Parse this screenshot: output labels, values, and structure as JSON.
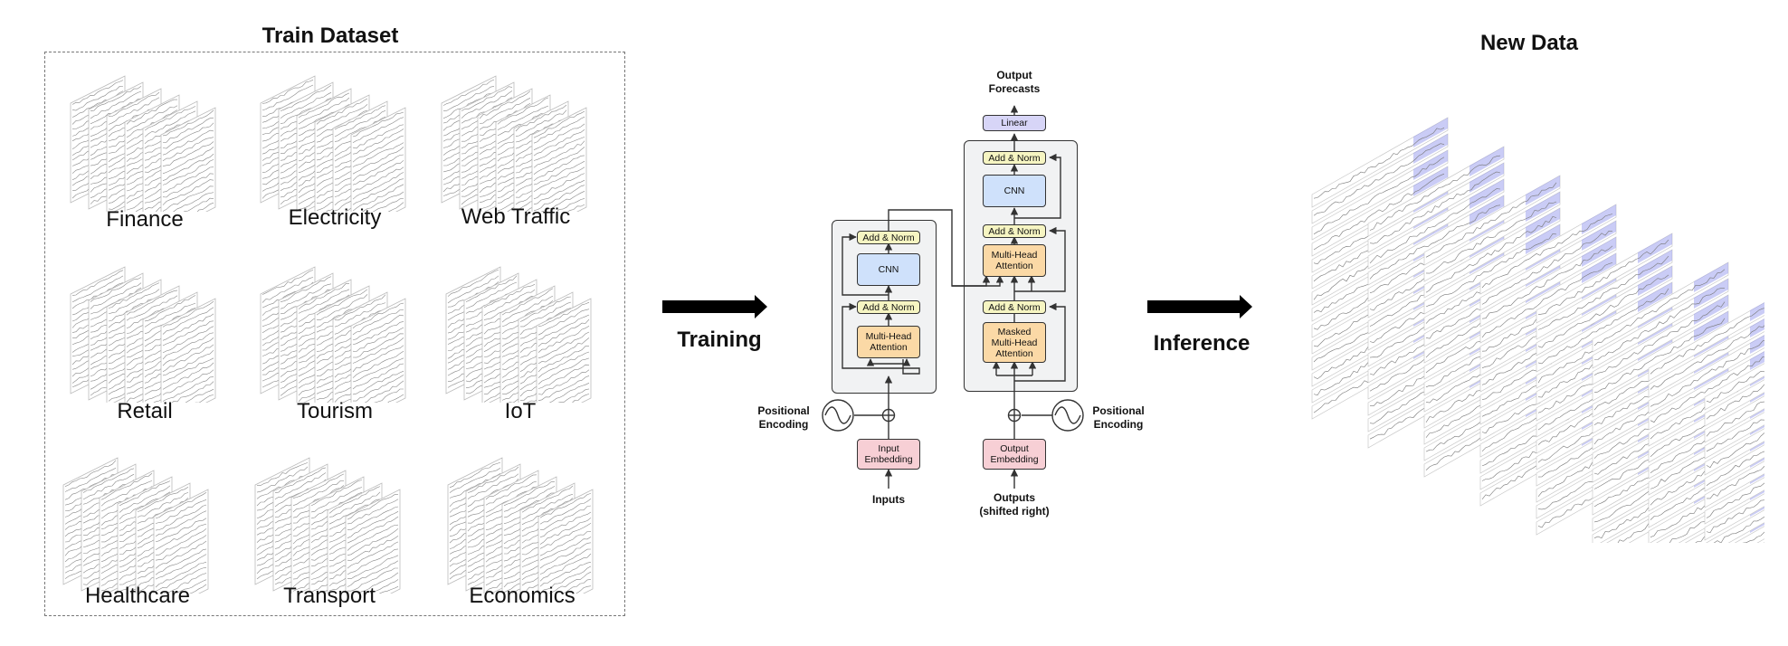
{
  "train_dataset": {
    "title": "Train Dataset",
    "domains": [
      "Finance",
      "Electricity",
      "Web Traffic",
      "Retail",
      "Tourism",
      "IoT",
      "Healthcare",
      "Transport",
      "Economics"
    ]
  },
  "training_arrow": {
    "label": "Training"
  },
  "inference_arrow": {
    "label": "Inference"
  },
  "model": {
    "encoder": {
      "add_norm_top": "Add & Norm",
      "cnn": "CNN",
      "add_norm_bottom": "Add & Norm",
      "attention": "Multi-Head\nAttention",
      "embedding": "Input\nEmbedding",
      "input_label": "Inputs",
      "pos_label": "Positional\nEncoding"
    },
    "decoder": {
      "linear": "Linear",
      "add_norm_1": "Add & Norm",
      "cnn": "CNN",
      "add_norm_2": "Add & Norm",
      "cross_attention": "Multi-Head\nAttention",
      "add_norm_3": "Add & Norm",
      "masked_attention": "Masked\nMulti-Head\nAttention",
      "embedding": "Output\nEmbedding",
      "output_label": "Outputs\n(shifted right)",
      "pos_label": "Positional\nEncoding",
      "forecast_label": "Output\nForecasts"
    }
  },
  "new_data": {
    "title": "New Data"
  },
  "colors": {
    "add_norm": "#f6f5c2",
    "cnn": "#cfe1fb",
    "attention": "#fbd9a6",
    "embedding": "#f7cfd5",
    "linear": "#d7d5f7",
    "forecast_highlight": "#9fa2ef"
  }
}
